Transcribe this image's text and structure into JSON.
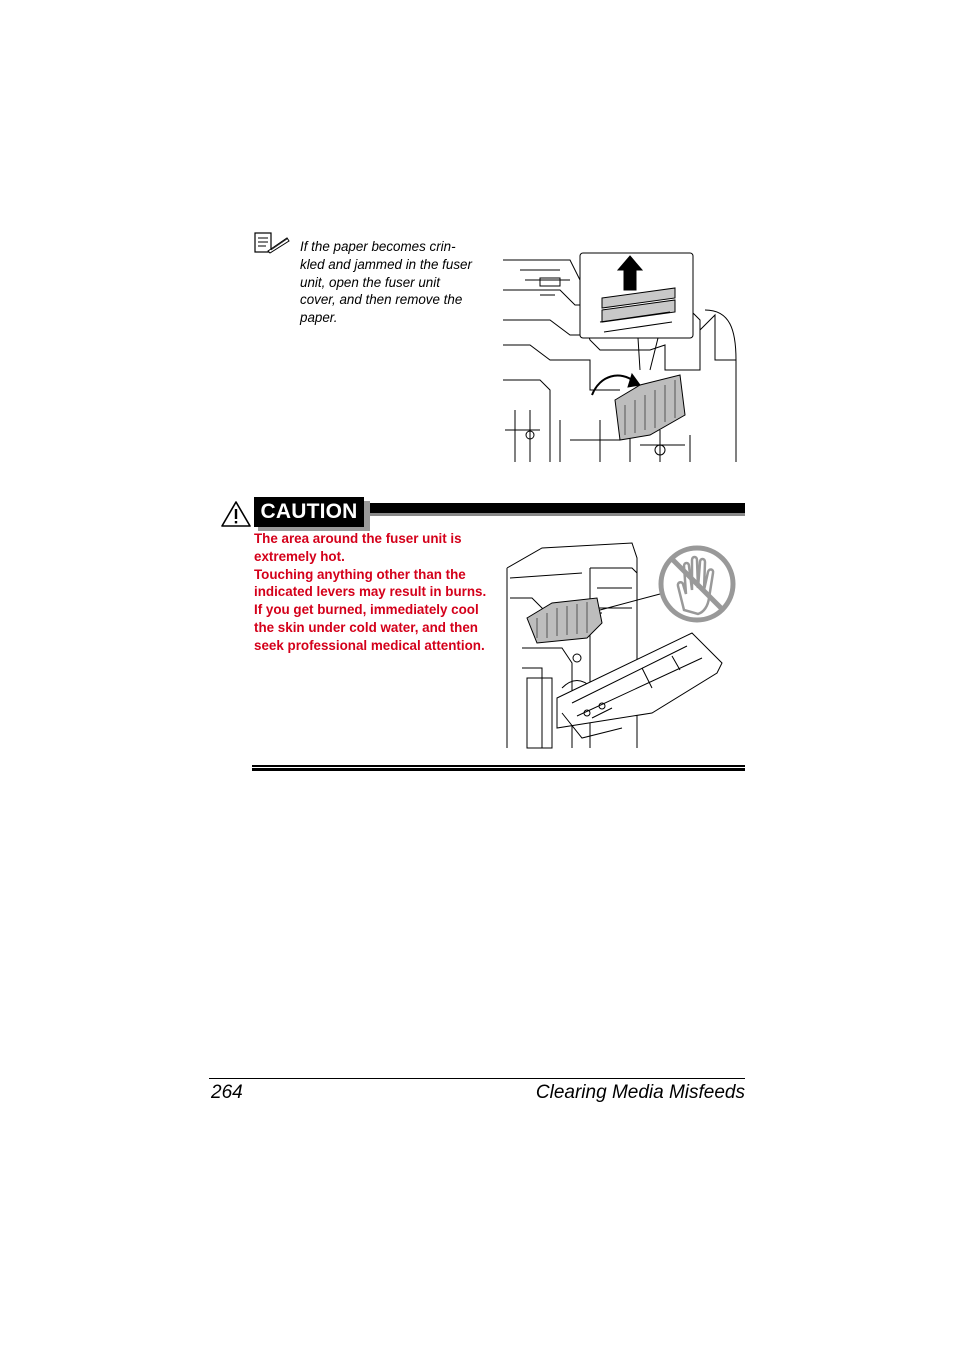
{
  "note": {
    "icon": "note-pencil-icon",
    "text": "If the paper becomes crin-\nkled and jammed in the fuser\nunit, open the fuser unit\ncover, and then remove the\npaper."
  },
  "caution": {
    "label": "CAUTION",
    "icon": "warning-triangle-icon",
    "lines": [
      "The area around the fuser unit is extremely hot.",
      "Touching anything other than the indicated levers may result in burns. If you get burned, immediately cool the skin under cold water, and then seek professional medical attention."
    ],
    "text_color": "#d4001a"
  },
  "footer": {
    "page_number": "264",
    "section_title": "Clearing Media Misfeeds"
  }
}
